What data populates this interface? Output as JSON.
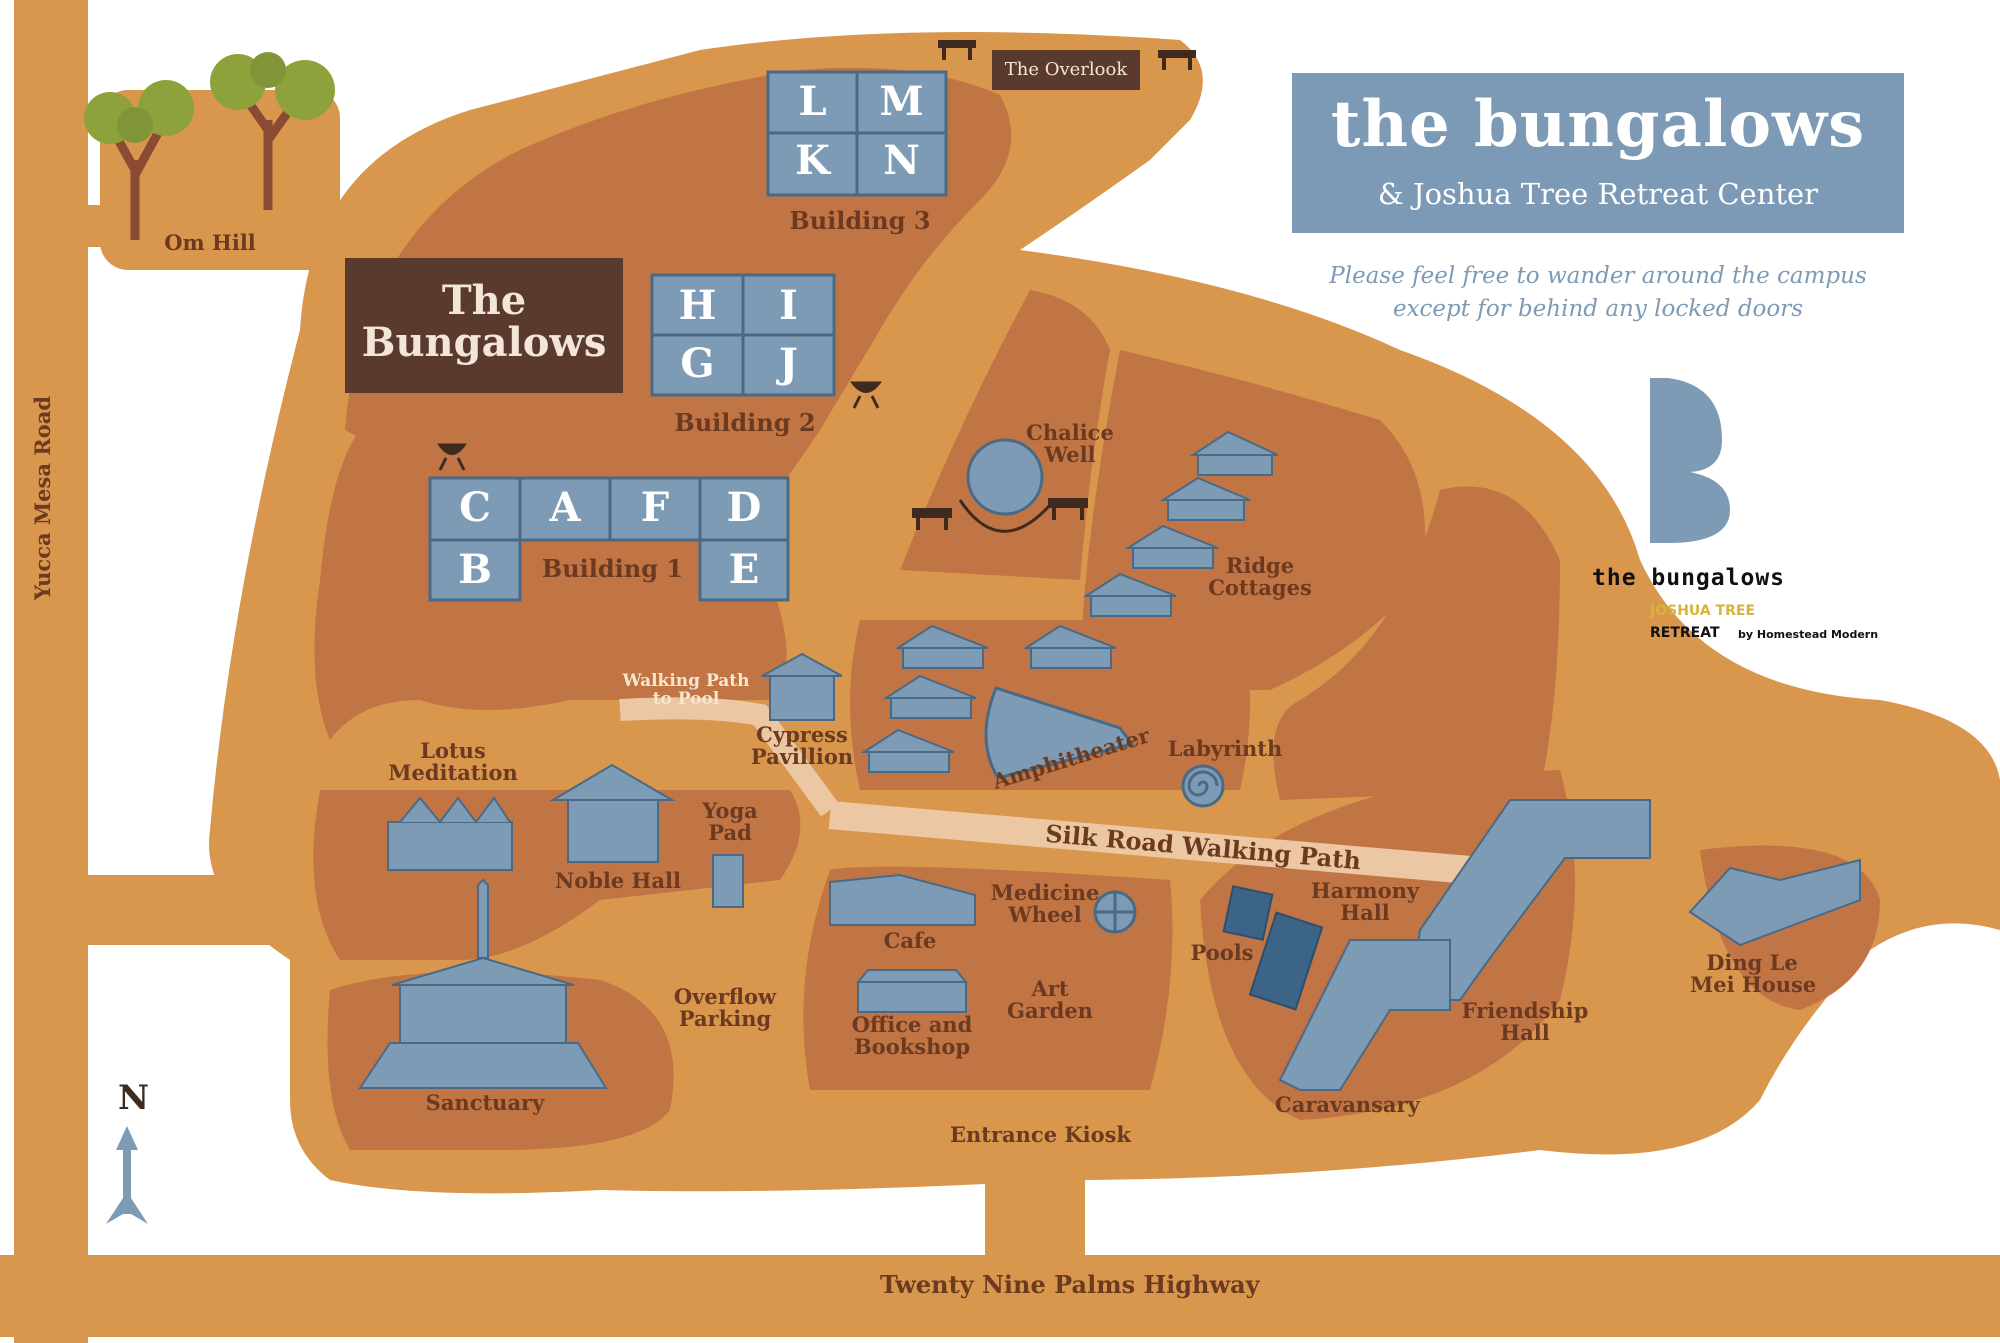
{
  "title": {
    "main": "the bungalows",
    "sub": "& Joshua Tree Retreat Center"
  },
  "tagline": {
    "line1": "Please feel free to wander around the campus",
    "line2": "except for behind any locked doors"
  },
  "brand": {
    "logo_icon": "letter-b-logo-icon",
    "name": "the bungalows",
    "joshua_tree": "JOSHUA TREE",
    "retreat": "RETREAT",
    "by": "by Homestead Modern"
  },
  "roads": {
    "yucca_mesa": "Yucca Mesa Road",
    "twenty_nine_palms": "Twenty Nine Palms Highway"
  },
  "labels": {
    "om_hill": "Om Hill",
    "overlook": "The Overlook",
    "bungalows_line1": "The",
    "bungalows_line2": "Bungalows",
    "building3": "Building 3",
    "building2": "Building 2",
    "building1": "Building 1",
    "chalice_well_1": "Chalice",
    "chalice_well_2": "Well",
    "ridge_cottages_1": "Ridge",
    "ridge_cottages_2": "Cottages",
    "walking_path_1": "Walking Path",
    "walking_path_2": "to Pool",
    "cypress_1": "Cypress",
    "cypress_2": "Pavillion",
    "labyrinth": "Labyrinth",
    "amphitheater": "Amphitheater",
    "silk_road": "Silk Road Walking Path",
    "lotus_1": "Lotus",
    "lotus_2": "Meditation",
    "noble_hall": "Noble Hall",
    "yoga_1": "Yoga",
    "yoga_2": "Pad",
    "cafe": "Cafe",
    "medicine_1": "Medicine",
    "medicine_2": "Wheel",
    "harmony_1": "Harmony",
    "harmony_2": "Hall",
    "pools": "Pools",
    "ding_1": "Ding Le",
    "ding_2": "Mei House",
    "overflow_1": "Overflow",
    "overflow_2": "Parking",
    "office_1": "Office and",
    "office_2": "Bookshop",
    "art_1": "Art",
    "art_2": "Garden",
    "friendship_1": "Friendship",
    "friendship_2": "Hall",
    "sanctuary": "Sanctuary",
    "caravansary": "Caravansary",
    "entrance_kiosk": "Entrance Kiosk",
    "north": "N"
  },
  "units": {
    "building3": [
      "L",
      "M",
      "K",
      "N"
    ],
    "building2": [
      "H",
      "I",
      "G",
      "J"
    ],
    "building1_top": [
      "C",
      "A",
      "F",
      "D"
    ],
    "building1_bottom": [
      "B",
      "E"
    ]
  },
  "colors": {
    "ground": "#d9974e",
    "zone": "#c17545",
    "building": "#7e9bb6",
    "dark_label": "#5a3a2e",
    "path": "#ebc7a3",
    "tree_foliage": "#8ea23c",
    "tree_trunk": "#8a4a34"
  },
  "icons": [
    "joshua-tree-icon",
    "bench-icon",
    "bbq-grill-icon",
    "labyrinth-spiral-icon",
    "medicine-wheel-icon",
    "north-arrow-icon",
    "cottage-icon"
  ]
}
